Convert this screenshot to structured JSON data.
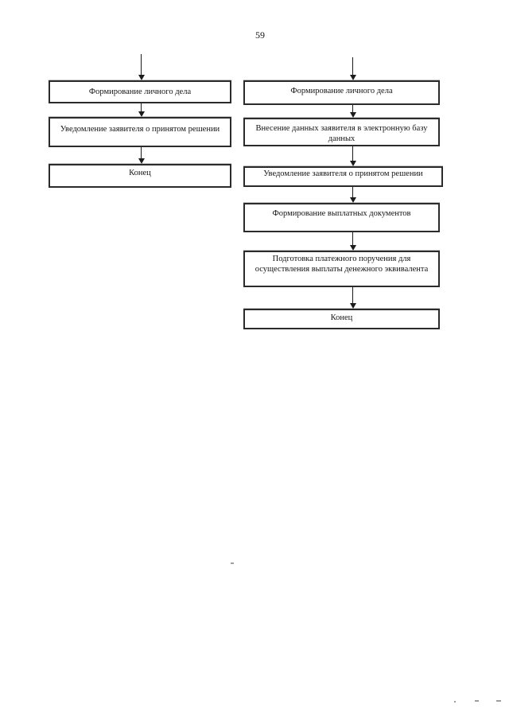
{
  "page": {
    "number": "59"
  },
  "colors": {
    "page_bg": "#ffffff",
    "box_border": "#2b2b2b",
    "text": "#151515",
    "arrow": "#1c1c1c",
    "speck": "#9e9e9e"
  },
  "flowcharts": {
    "left": {
      "nodes": [
        "Формирование личного дела",
        "Уведомление заявителя о принятом решении",
        "Конец"
      ]
    },
    "right": {
      "nodes": [
        "Формирование личного дела",
        "Внесение данных заявителя в электронную базу данных",
        "Уведомление заявителя о принятом решении",
        "Формирование выплатных документов",
        "Подготовка платежного поручения для осуществления выплаты денежного эквивалента",
        "Конец"
      ]
    }
  }
}
